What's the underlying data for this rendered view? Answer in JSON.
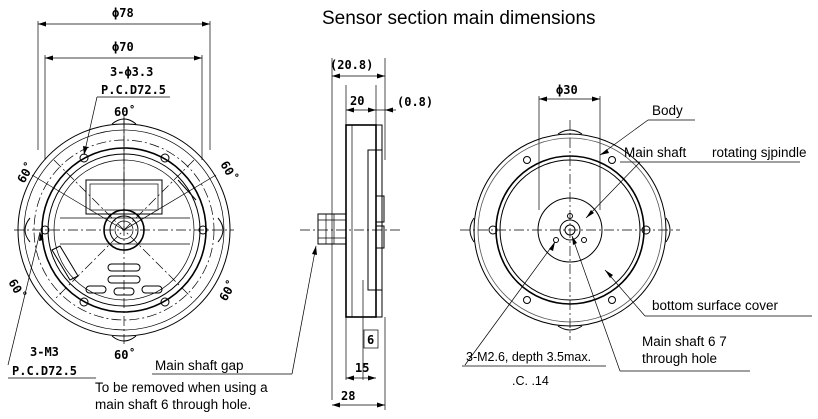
{
  "title": "Sensor section main dimensions",
  "left_view": {
    "dim_phi78": "ϕ78",
    "dim_phi70": "ϕ70",
    "hole_spec_top": "3-ϕ3.3",
    "pcd_top": "P.C.D72.5",
    "angle_top": "60˚",
    "angle_left_upper": "60˚",
    "angle_right_upper": "60˚",
    "angle_left_lower": "60˚",
    "angle_right_lower": "60˚",
    "angle_bottom": "60˚",
    "thread_spec": "3-M3",
    "pcd_bottom": "P.C.D72.5",
    "label_shaft_gap": "Main shaft gap",
    "note_line1": "To be removed when using a",
    "note_line2": "main shaft 6     through hole."
  },
  "side_view": {
    "dim_20_8": "(20.8)",
    "dim_20": "20",
    "dim_0_8": "(0.8)",
    "dim_6": "6",
    "dim_15": "15",
    "dim_28": "28"
  },
  "right_view": {
    "dim_phi30": "ϕ30",
    "label_body": "Body",
    "label_main_shaft": "Main shaft",
    "label_rotating_spindle": "rotating sjpindle",
    "label_bottom_cover": "bottom surface cover",
    "label_through_hole_1": "Main shaft 6      7",
    "label_through_hole_2": "through hole",
    "thread_spec": "3-M2.6, depth 3.5max.",
    "pcd_text": ".C.    .14"
  }
}
